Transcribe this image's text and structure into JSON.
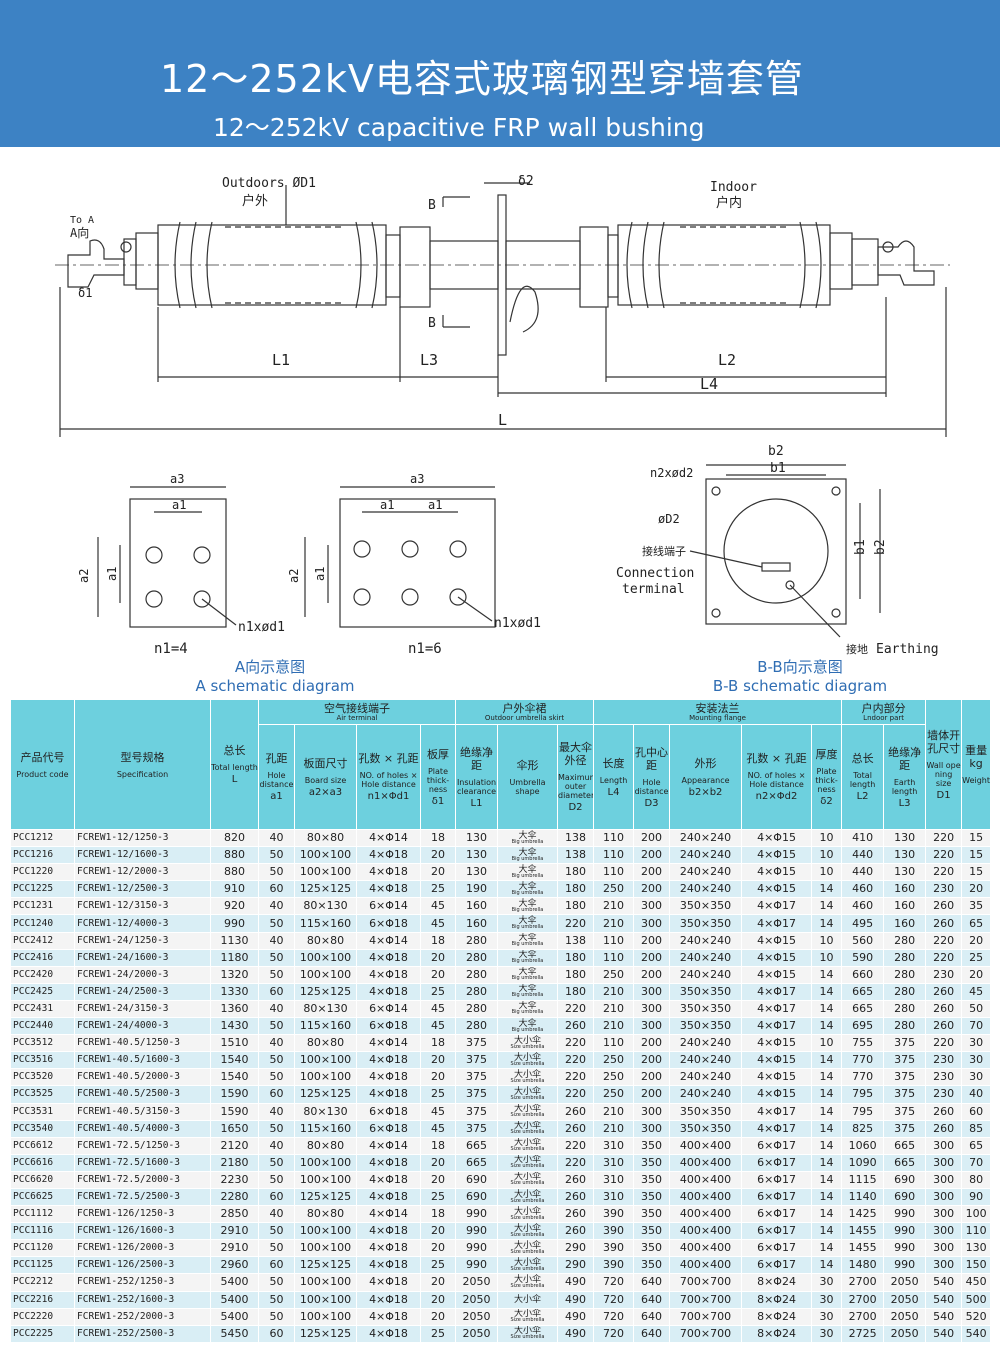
{
  "header": {
    "title_cn": "12～252kV电容式玻璃钢型穿墙套管",
    "title_en": "12～252kV capacitive FRP  wall bushing"
  },
  "drawing": {
    "outdoors_label": "Outdoors ØD1",
    "outdoors_cn": "户外",
    "indoor_label": "Indoor",
    "indoor_cn": "户内",
    "delta2": "δ2",
    "delta1": "δ1",
    "to_a": "To A",
    "a_dir": "A向",
    "section_b": "B",
    "dim_L1": "L1",
    "dim_L3": "L3",
    "dim_L2": "L2",
    "dim_L4": "L4",
    "dim_L": "L",
    "dim_a3": "a3",
    "dim_a1": "a1",
    "dim_a2": "a2",
    "hole_label": "n1xød1",
    "n1_4": "n1=4",
    "n1_6": "n1=6",
    "dim_b2": "b2",
    "dim_b1": "b1",
    "flange_hole": "n2xød2",
    "dim_D2": "øD2",
    "conn_cn": "接线端子",
    "conn_en_1": "Connection",
    "conn_en_2": "terminal",
    "earth_cn": "接地",
    "earth_en": "Earthing",
    "cap_a_cn": "A向示意图",
    "cap_a_en": "A  schematic diagram",
    "cap_b_cn": "B-B向示意图",
    "cap_b_en": "B-B  schematic diagram"
  },
  "table": {
    "groups": {
      "air_cn": "空气接线端子",
      "air_en": "Air terminal",
      "outdoor_cn": "户外伞裙",
      "outdoor_en": "Outdoor umbrella skirt",
      "flange_cn": "安装法兰",
      "flange_en": "Mounting flange",
      "indoor_cn": "户内部分",
      "indoor_en": "Lndoor part"
    },
    "columns": [
      {
        "cn": "产品代号",
        "en": "Product code",
        "sym": ""
      },
      {
        "cn": "型号规格",
        "en": "Specification",
        "sym": ""
      },
      {
        "cn": "总长",
        "en": "Total length",
        "sym": "L"
      },
      {
        "cn": "孔距",
        "en": "Hole distance",
        "sym": "a1"
      },
      {
        "cn": "板面尺寸",
        "en": "Board size",
        "sym": "a2×a3"
      },
      {
        "cn": "孔数 × 孔距",
        "en": "NO. of holes × Hole distance",
        "sym": "n1×Φd1"
      },
      {
        "cn": "板厚",
        "en": "Plate thick-ness",
        "sym": "δ1"
      },
      {
        "cn": "绝缘净距",
        "en": "Insulation clearance",
        "sym": "L1"
      },
      {
        "cn": "伞形",
        "en": "Umbrella shape",
        "sym": ""
      },
      {
        "cn": "最大伞外径",
        "en": "Maximum outer diameter",
        "sym": "D2"
      },
      {
        "cn": "长度",
        "en": "Length",
        "sym": "L4"
      },
      {
        "cn": "孔中心距",
        "en": "Hole distance",
        "sym": "D3"
      },
      {
        "cn": "外形",
        "en": "Appearance",
        "sym": "b2×b2"
      },
      {
        "cn": "孔数 × 孔距",
        "en": "NO. of holes × Hole distance",
        "sym": "n2×Φd2"
      },
      {
        "cn": "厚度",
        "en": "Plate thick-ness",
        "sym": "δ2"
      },
      {
        "cn": "总长",
        "en": "Total length",
        "sym": "L2"
      },
      {
        "cn": "绝缘净距",
        "en": "Earth length",
        "sym": "L3"
      },
      {
        "cn": "墙体开孔尺寸",
        "en": "Wall ope ning size",
        "sym": "D1"
      },
      {
        "cn": "重量 kg",
        "en": "Weight",
        "sym": ""
      }
    ],
    "rows": [
      [
        "PCC1212",
        "FCREW1-12/1250-3",
        "820",
        "40",
        "80×80",
        "4×Φ14",
        "18",
        "130",
        "大伞|Big umbrella",
        "138",
        "110",
        "200",
        "240×240",
        "4×Φ15",
        "10",
        "410",
        "130",
        "220",
        "15"
      ],
      [
        "PCC1216",
        "FCREW1-12/1600-3",
        "880",
        "50",
        "100×100",
        "4×Φ18",
        "20",
        "130",
        "大伞|Big umbrella",
        "138",
        "110",
        "200",
        "240×240",
        "4×Φ15",
        "10",
        "440",
        "130",
        "220",
        "15"
      ],
      [
        "PCC1220",
        "FCREW1-12/2000-3",
        "880",
        "50",
        "100×100",
        "4×Φ18",
        "20",
        "130",
        "大伞|Big umbrella",
        "180",
        "110",
        "200",
        "240×240",
        "4×Φ15",
        "10",
        "440",
        "130",
        "220",
        "15"
      ],
      [
        "PCC1225",
        "FCREW1-12/2500-3",
        "910",
        "60",
        "125×125",
        "4×Φ18",
        "25",
        "190",
        "大伞|Big umbrella",
        "180",
        "250",
        "200",
        "240×240",
        "4×Φ15",
        "14",
        "460",
        "160",
        "230",
        "20"
      ],
      [
        "PCC1231",
        "FCREW1-12/3150-3",
        "920",
        "40",
        "80×130",
        "6×Φ14",
        "45",
        "160",
        "大伞|Big umbrella",
        "180",
        "210",
        "300",
        "350×350",
        "4×Φ17",
        "14",
        "460",
        "160",
        "260",
        "35"
      ],
      [
        "PCC1240",
        "FCREW1-12/4000-3",
        "990",
        "50",
        "115×160",
        "6×Φ18",
        "45",
        "160",
        "大伞|Big umbrella",
        "220",
        "210",
        "300",
        "350×350",
        "4×Φ17",
        "14",
        "495",
        "160",
        "260",
        "65"
      ],
      [
        "PCC2412",
        "FCREW1-24/1250-3",
        "1130",
        "40",
        "80×80",
        "4×Φ14",
        "18",
        "280",
        "大伞|Big umbrella",
        "138",
        "110",
        "200",
        "240×240",
        "4×Φ15",
        "10",
        "560",
        "280",
        "220",
        "20"
      ],
      [
        "PCC2416",
        "FCREW1-24/1600-3",
        "1180",
        "50",
        "100×100",
        "4×Φ18",
        "20",
        "280",
        "大伞|Big umbrella",
        "180",
        "110",
        "200",
        "240×240",
        "4×Φ15",
        "10",
        "590",
        "280",
        "220",
        "25"
      ],
      [
        "PCC2420",
        "FCREW1-24/2000-3",
        "1320",
        "50",
        "100×100",
        "4×Φ18",
        "20",
        "280",
        "大伞|Big umbrella",
        "180",
        "250",
        "200",
        "240×240",
        "4×Φ15",
        "14",
        "660",
        "280",
        "230",
        "20"
      ],
      [
        "PCC2425",
        "FCREW1-24/2500-3",
        "1330",
        "60",
        "125×125",
        "4×Φ18",
        "25",
        "280",
        "大伞|Big umbrella",
        "180",
        "210",
        "300",
        "350×350",
        "4×Φ17",
        "14",
        "665",
        "280",
        "260",
        "45"
      ],
      [
        "PCC2431",
        "FCREW1-24/3150-3",
        "1360",
        "40",
        "80×130",
        "6×Φ14",
        "45",
        "280",
        "大伞|Big umbrella",
        "220",
        "210",
        "300",
        "350×350",
        "4×Φ17",
        "14",
        "665",
        "280",
        "260",
        "50"
      ],
      [
        "PCC2440",
        "FCREW1-24/4000-3",
        "1430",
        "50",
        "115×160",
        "6×Φ18",
        "45",
        "280",
        "大伞|Big umbrella",
        "260",
        "210",
        "300",
        "350×350",
        "4×Φ17",
        "14",
        "695",
        "280",
        "260",
        "70"
      ],
      [
        "PCC3512",
        "FCREW1-40.5/1250-3",
        "1510",
        "40",
        "80×80",
        "4×Φ14",
        "18",
        "375",
        "大小伞|Size umbrella",
        "220",
        "110",
        "200",
        "240×240",
        "4×Φ15",
        "10",
        "755",
        "375",
        "220",
        "30"
      ],
      [
        "PCC3516",
        "FCREW1-40.5/1600-3",
        "1540",
        "50",
        "100×100",
        "4×Φ18",
        "20",
        "375",
        "大小伞|Size umbrella",
        "220",
        "250",
        "200",
        "240×240",
        "4×Φ15",
        "14",
        "770",
        "375",
        "230",
        "30"
      ],
      [
        "PCC3520",
        "FCREW1-40.5/2000-3",
        "1540",
        "50",
        "100×100",
        "4×Φ18",
        "20",
        "375",
        "大小伞|Size umbrella",
        "220",
        "250",
        "200",
        "240×240",
        "4×Φ15",
        "14",
        "770",
        "375",
        "230",
        "30"
      ],
      [
        "PCC3525",
        "FCREW1-40.5/2500-3",
        "1590",
        "60",
        "125×125",
        "4×Φ18",
        "25",
        "375",
        "大小伞|Size umbrella",
        "220",
        "250",
        "200",
        "240×240",
        "4×Φ15",
        "14",
        "795",
        "375",
        "230",
        "40"
      ],
      [
        "PCC3531",
        "FCREW1-40.5/3150-3",
        "1590",
        "40",
        "80×130",
        "6×Φ18",
        "45",
        "375",
        "大小伞|Size umbrella",
        "260",
        "210",
        "300",
        "350×350",
        "4×Φ17",
        "14",
        "795",
        "375",
        "260",
        "60"
      ],
      [
        "PCC3540",
        "FCREW1-40.5/4000-3",
        "1650",
        "50",
        "115×160",
        "6×Φ18",
        "45",
        "375",
        "大小伞|Size umbrella",
        "260",
        "210",
        "300",
        "350×350",
        "4×Φ17",
        "14",
        "825",
        "375",
        "260",
        "85"
      ],
      [
        "PCC6612",
        "FCREW1-72.5/1250-3",
        "2120",
        "40",
        "80×80",
        "4×Φ14",
        "18",
        "665",
        "大小伞|Size umbrella",
        "220",
        "310",
        "350",
        "400×400",
        "6×Φ17",
        "14",
        "1060",
        "665",
        "300",
        "65"
      ],
      [
        "PCC6616",
        "FCREW1-72.5/1600-3",
        "2180",
        "50",
        "100×100",
        "4×Φ18",
        "20",
        "665",
        "大小伞|Size umbrella",
        "220",
        "310",
        "350",
        "400×400",
        "6×Φ17",
        "14",
        "1090",
        "665",
        "300",
        "70"
      ],
      [
        "PCC6620",
        "FCREW1-72.5/2000-3",
        "2230",
        "50",
        "100×100",
        "4×Φ18",
        "20",
        "690",
        "大小伞|Size umbrella",
        "260",
        "310",
        "350",
        "400×400",
        "6×Φ17",
        "14",
        "1115",
        "690",
        "300",
        "80"
      ],
      [
        "PCC6625",
        "FCREW1-72.5/2500-3",
        "2280",
        "60",
        "125×125",
        "4×Φ18",
        "25",
        "690",
        "大小伞|Size umbrella",
        "260",
        "310",
        "350",
        "400×400",
        "6×Φ17",
        "14",
        "1140",
        "690",
        "300",
        "90"
      ],
      [
        "PCC1112",
        "FCREW1-126/1250-3",
        "2850",
        "40",
        "80×80",
        "4×Φ14",
        "18",
        "990",
        "大小伞|Size umbrella",
        "260",
        "390",
        "350",
        "400×400",
        "6×Φ17",
        "14",
        "1425",
        "990",
        "300",
        "100"
      ],
      [
        "PCC1116",
        "FCREW1-126/1600-3",
        "2910",
        "50",
        "100×100",
        "4×Φ18",
        "20",
        "990",
        "大小伞|Size umbrella",
        "260",
        "390",
        "350",
        "400×400",
        "6×Φ17",
        "14",
        "1455",
        "990",
        "300",
        "110"
      ],
      [
        "PCC1120",
        "FCREW1-126/2000-3",
        "2910",
        "50",
        "100×100",
        "4×Φ18",
        "20",
        "990",
        "大小伞|Size umbrella",
        "290",
        "390",
        "350",
        "400×400",
        "6×Φ17",
        "14",
        "1455",
        "990",
        "300",
        "130"
      ],
      [
        "PCC1125",
        "FCREW1-126/2500-3",
        "2960",
        "60",
        "125×125",
        "4×Φ18",
        "25",
        "990",
        "大小伞|Size umbrella",
        "290",
        "390",
        "350",
        "400×400",
        "6×Φ17",
        "14",
        "1480",
        "990",
        "300",
        "150"
      ],
      [
        "PCC2212",
        "FCREW1-252/1250-3",
        "5400",
        "50",
        "100×100",
        "4×Φ18",
        "20",
        "2050",
        "大小伞|Size umbrella",
        "490",
        "720",
        "640",
        "700×700",
        "8×Φ24",
        "30",
        "2700",
        "2050",
        "540",
        "450"
      ],
      [
        "PCC2216",
        "FCREW1-252/1600-3",
        "5400",
        "50",
        "100×100",
        "4×Φ18",
        "20",
        "2050",
        "大小伞|",
        "490",
        "720",
        "640",
        "700×700",
        "8×Φ24",
        "30",
        "2700",
        "2050",
        "540",
        "500"
      ],
      [
        "PCC2220",
        "FCREW1-252/2000-3",
        "5400",
        "50",
        "100×100",
        "4×Φ18",
        "20",
        "2050",
        "大小伞|Size umbrella",
        "490",
        "720",
        "640",
        "700×700",
        "8×Φ24",
        "30",
        "2700",
        "2050",
        "540",
        "520"
      ],
      [
        "PCC2225",
        "FCREW1-252/2500-3",
        "5450",
        "60",
        "125×125",
        "4×Φ18",
        "25",
        "2050",
        "大小伞|Size umbrella",
        "490",
        "720",
        "640",
        "700×700",
        "8×Φ24",
        "30",
        "2725",
        "2050",
        "540",
        "540"
      ]
    ]
  }
}
